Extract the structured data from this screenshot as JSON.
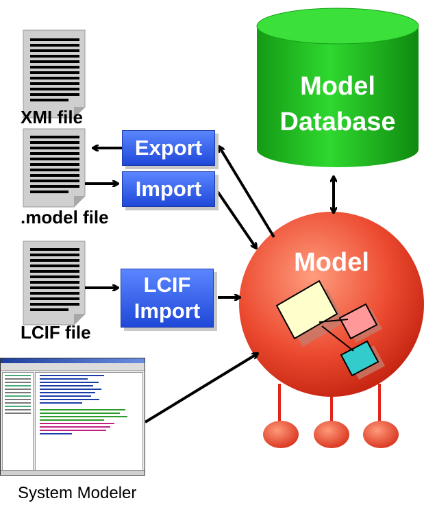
{
  "files": {
    "xmi_label": "XMI file",
    "model_label": ".model file",
    "lcif_label": "LCIF file"
  },
  "buttons": {
    "export_label": "Export",
    "import_label": "Import",
    "lcif_import_line1": "LCIF",
    "lcif_import_line2": "Import"
  },
  "database": {
    "line1": "Model",
    "line2": "Database"
  },
  "model": {
    "title": "Model"
  },
  "system_modeler": {
    "label": "System Modeler"
  },
  "colors": {
    "button_blue": "#2f5ef0",
    "database_green": "#1fb81f",
    "model_red": "#e8412a",
    "class_yellow": "#ffffcc",
    "class_pink": "#ff9999",
    "class_teal": "#33cccc"
  }
}
